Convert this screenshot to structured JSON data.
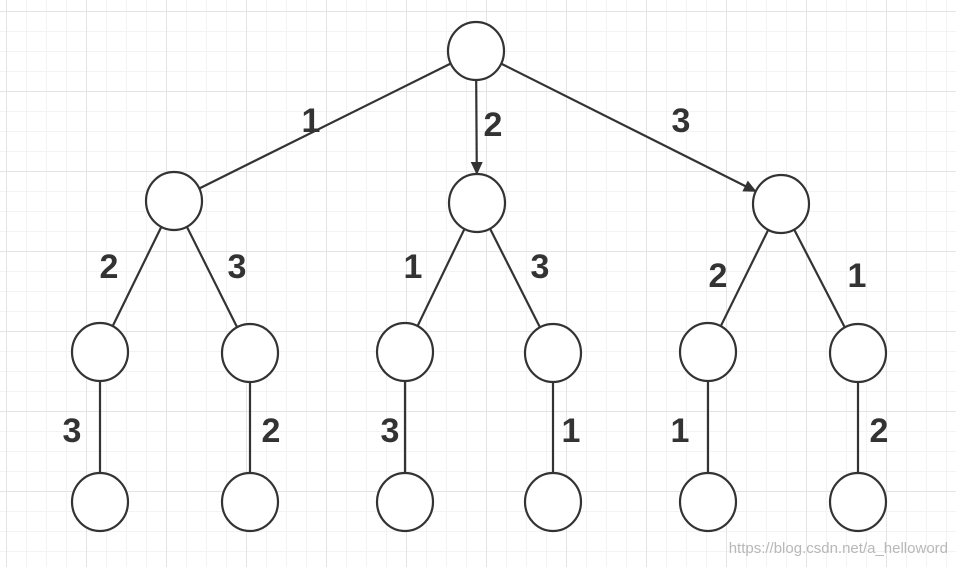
{
  "diagram": {
    "nodes": [
      {
        "id": "root"
      },
      {
        "id": "n1"
      },
      {
        "id": "n2"
      },
      {
        "id": "n3"
      },
      {
        "id": "n12"
      },
      {
        "id": "n13"
      },
      {
        "id": "n21"
      },
      {
        "id": "n23"
      },
      {
        "id": "n32"
      },
      {
        "id": "n31"
      },
      {
        "id": "n123"
      },
      {
        "id": "n132"
      },
      {
        "id": "n213"
      },
      {
        "id": "n231"
      },
      {
        "id": "n321"
      },
      {
        "id": "n312"
      }
    ],
    "edges": [
      {
        "from": "root",
        "to": "n1",
        "label": "1",
        "arrow": false
      },
      {
        "from": "root",
        "to": "n2",
        "label": "2",
        "arrow": true
      },
      {
        "from": "root",
        "to": "n3",
        "label": "3",
        "arrow": true
      },
      {
        "from": "n1",
        "to": "n12",
        "label": "2",
        "arrow": false
      },
      {
        "from": "n1",
        "to": "n13",
        "label": "3",
        "arrow": false
      },
      {
        "from": "n2",
        "to": "n21",
        "label": "1",
        "arrow": false
      },
      {
        "from": "n2",
        "to": "n23",
        "label": "3",
        "arrow": false
      },
      {
        "from": "n3",
        "to": "n32",
        "label": "2",
        "arrow": false
      },
      {
        "from": "n3",
        "to": "n31",
        "label": "1",
        "arrow": false
      },
      {
        "from": "n12",
        "to": "n123",
        "label": "3",
        "arrow": false
      },
      {
        "from": "n13",
        "to": "n132",
        "label": "2",
        "arrow": false
      },
      {
        "from": "n21",
        "to": "n213",
        "label": "3",
        "arrow": false
      },
      {
        "from": "n23",
        "to": "n231",
        "label": "1",
        "arrow": false
      },
      {
        "from": "n32",
        "to": "n321",
        "label": "1",
        "arrow": false
      },
      {
        "from": "n31",
        "to": "n312",
        "label": "2",
        "arrow": false
      }
    ]
  },
  "watermark": "https://blog.csdn.net/a_helloword",
  "colors": {
    "stroke": "#333333",
    "grid_major": "#e4e4e4",
    "grid_minor": "#f3f3f3",
    "watermark": "#b8b8b8"
  }
}
